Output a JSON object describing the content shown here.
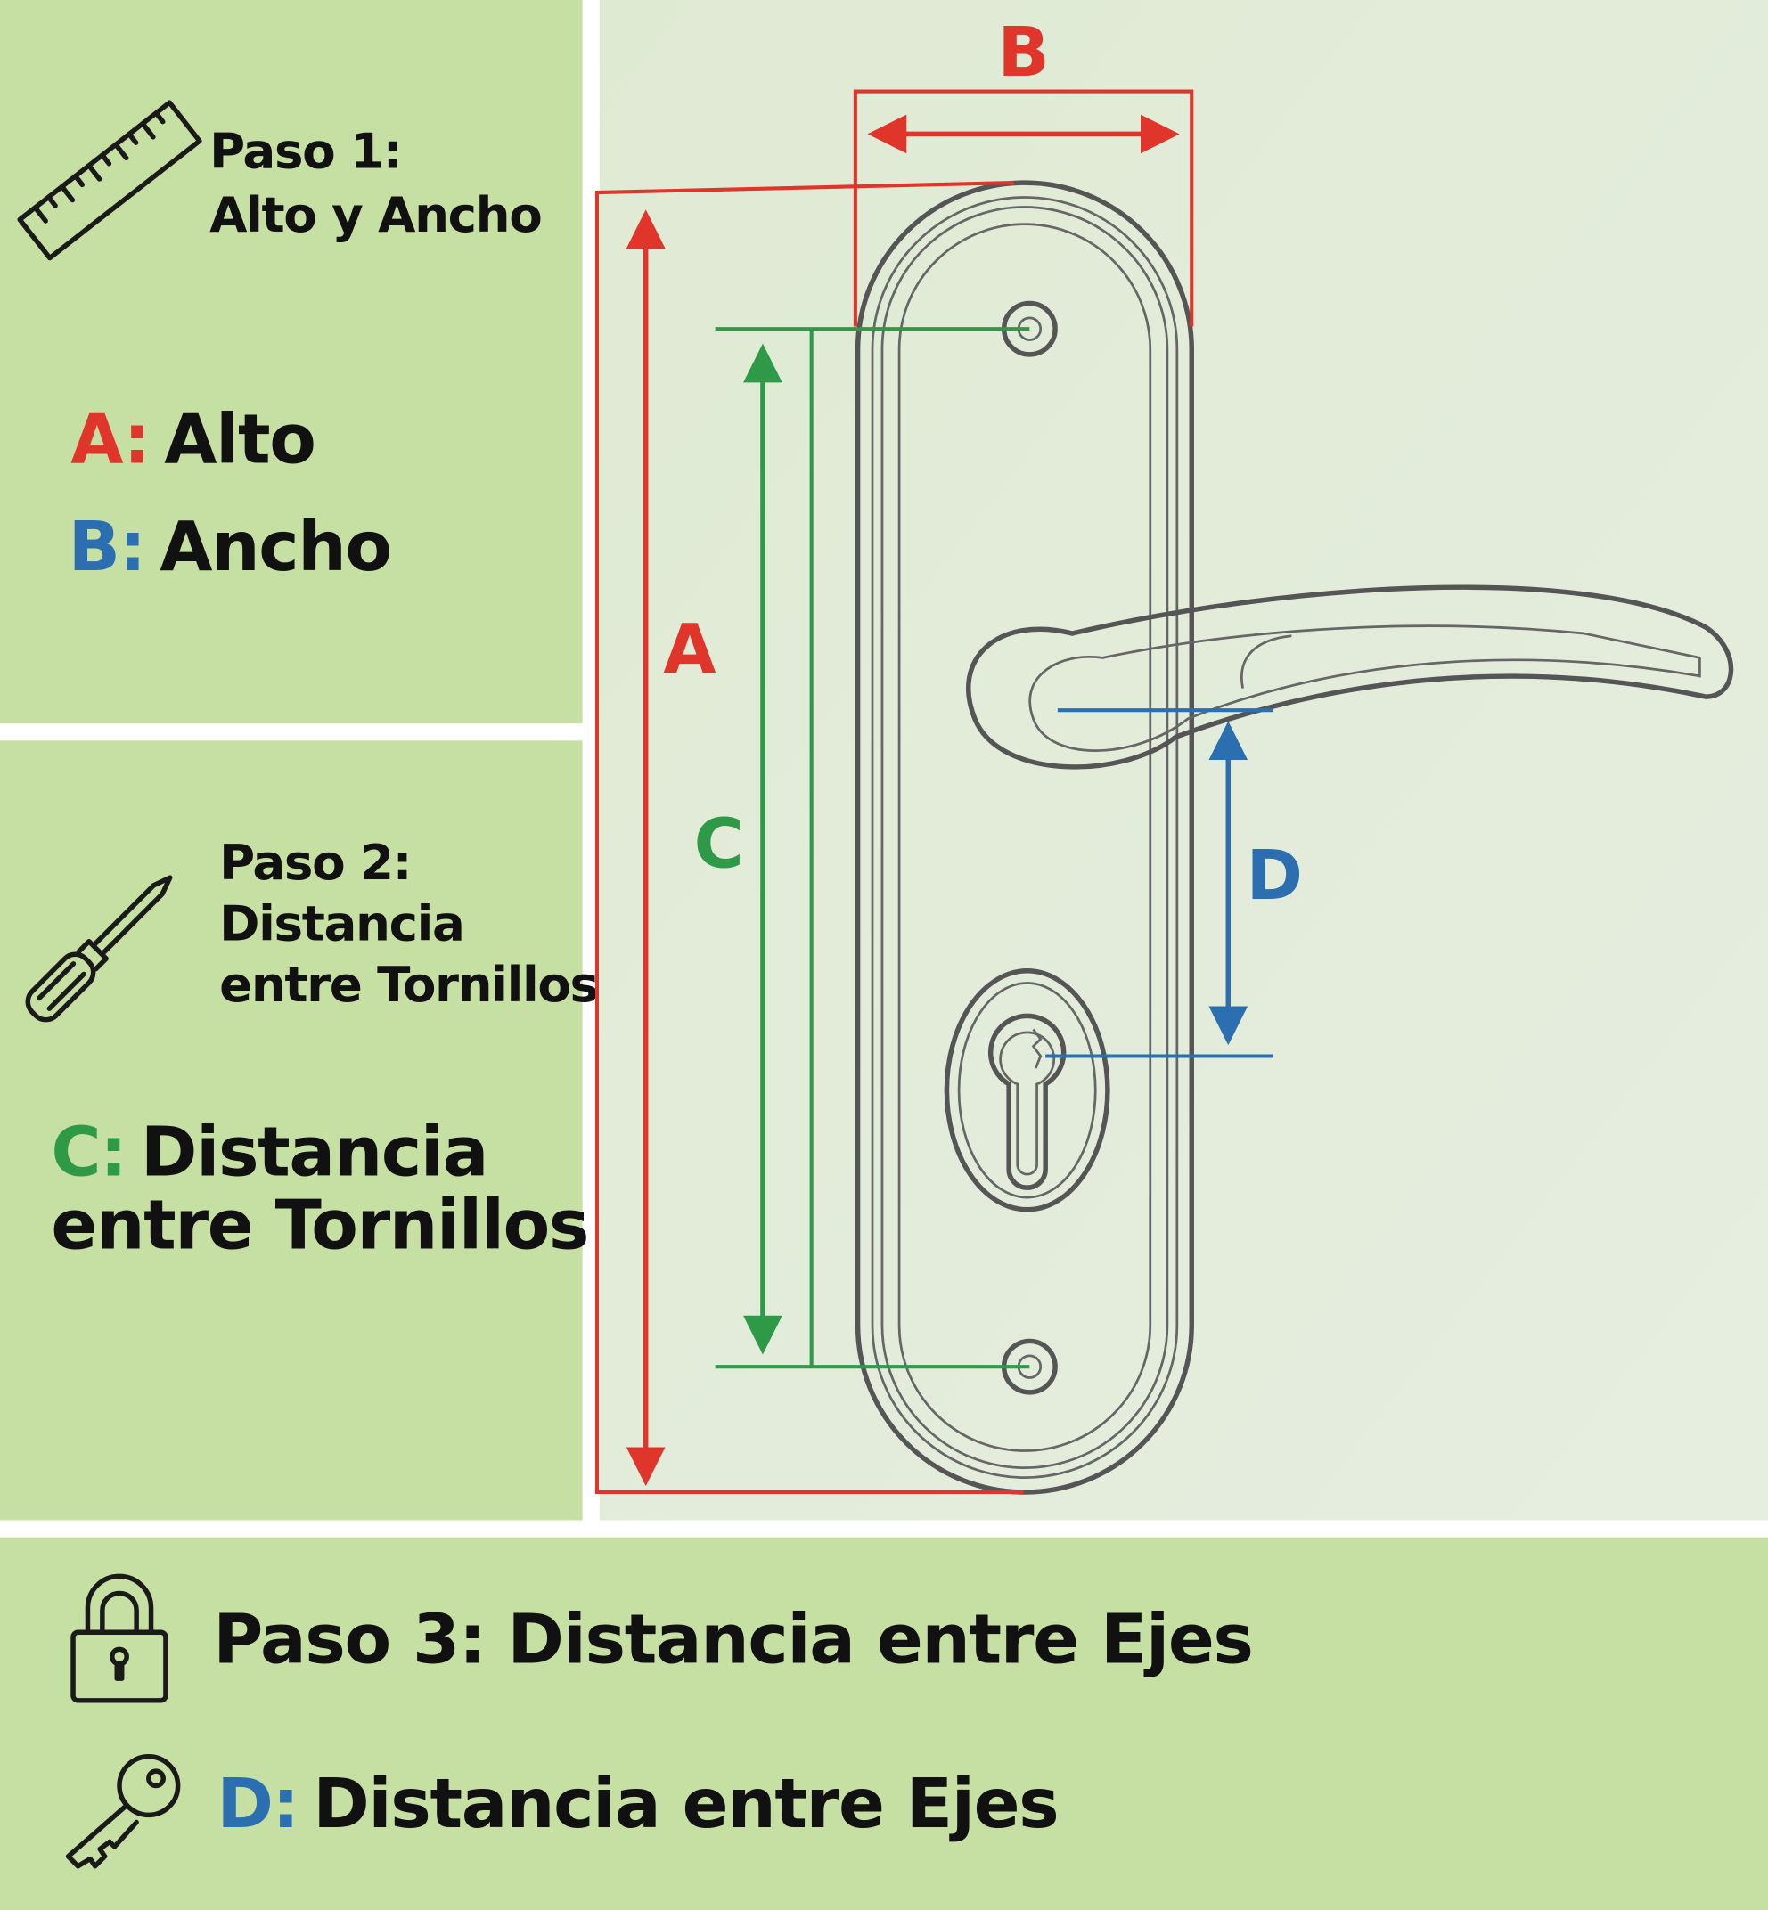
{
  "colors": {
    "panel_green": "#c6dfa2",
    "diagram_bg": "#e3edda",
    "alto_red": "#e0352b",
    "ancho_blue": "#2b6fb0",
    "tornillos_green": "#2e9a47",
    "ejes_blue": "#2b6fb0",
    "outline": "#555555"
  },
  "step1": {
    "icon": "ruler-icon",
    "title_line1": "Paso 1:",
    "title_line2": "Alto y Ancho",
    "a_key": "A:",
    "a_label": "Alto",
    "b_key": "B:",
    "b_label": "Ancho"
  },
  "step2": {
    "icon": "screwdriver-icon",
    "title_line1": "Paso 2:",
    "title_line2": "Distancia",
    "title_line3": "entre Tornillos",
    "c_key": "C:",
    "c_label_line1": "Distancia",
    "c_label_line2": "entre Tornillos"
  },
  "step3": {
    "icon": "padlock-icon",
    "title": "Paso 3: Distancia entre Ejes",
    "d_icon": "key-icon",
    "d_key": "D:",
    "d_label": "Distancia entre Ejes"
  },
  "diagram": {
    "label_a": "A",
    "label_b": "B",
    "label_c": "C",
    "label_d": "D"
  }
}
